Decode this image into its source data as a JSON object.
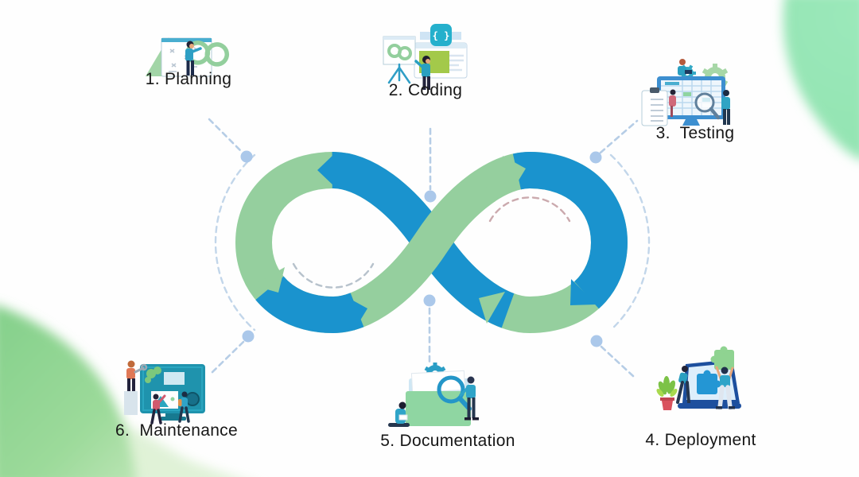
{
  "diagram": {
    "name": "software-development-lifecycle-infinity-loop",
    "type": "infinity-loop",
    "loop_colors": {
      "green": "#95cf9e",
      "blue": "#1a93ce"
    },
    "connector_color": "#b6cde6",
    "dot_color": "#abc8ea",
    "corner_blob_colors": {
      "top_right": "#94e5b3",
      "bottom_left": "#8cd392"
    }
  },
  "stages": [
    {
      "number": "1",
      "label": "1. Planning",
      "icon": "planning-illustration",
      "position": "top-left"
    },
    {
      "number": "2",
      "label": "2. Coding",
      "icon": "coding-illustration",
      "position": "top-center",
      "badge_glyph": "{ }"
    },
    {
      "number": "3",
      "label": "3.  Testing",
      "icon": "testing-illustration",
      "position": "top-right"
    },
    {
      "number": "4",
      "label": "4. Deployment",
      "icon": "deployment-illustration",
      "position": "bottom-right"
    },
    {
      "number": "5",
      "label": "5. Documentation",
      "icon": "documentation-illustration",
      "position": "bottom-center"
    },
    {
      "number": "6",
      "label": "6.  Maintenance",
      "icon": "maintenance-illustration",
      "position": "bottom-left"
    }
  ]
}
